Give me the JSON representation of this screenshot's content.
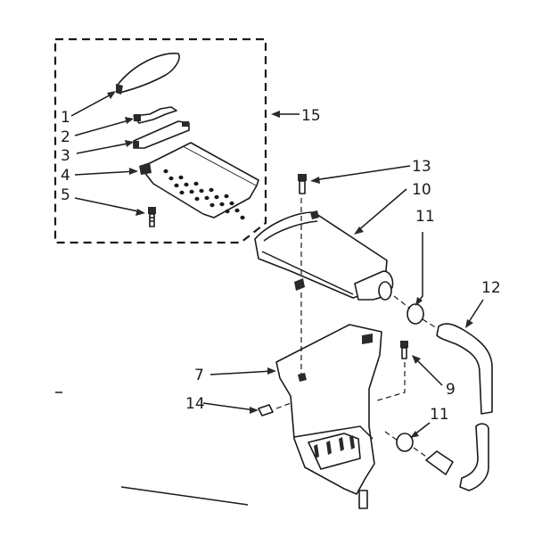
{
  "callouts": {
    "c1": "1",
    "c2": "2",
    "c3": "3",
    "c4": "4",
    "c5": "5",
    "c7": "7",
    "c9": "9",
    "c10": "10",
    "c11a": "11",
    "c11b": "11",
    "c12": "12",
    "c13": "13",
    "c14": "14",
    "c15": "15"
  }
}
